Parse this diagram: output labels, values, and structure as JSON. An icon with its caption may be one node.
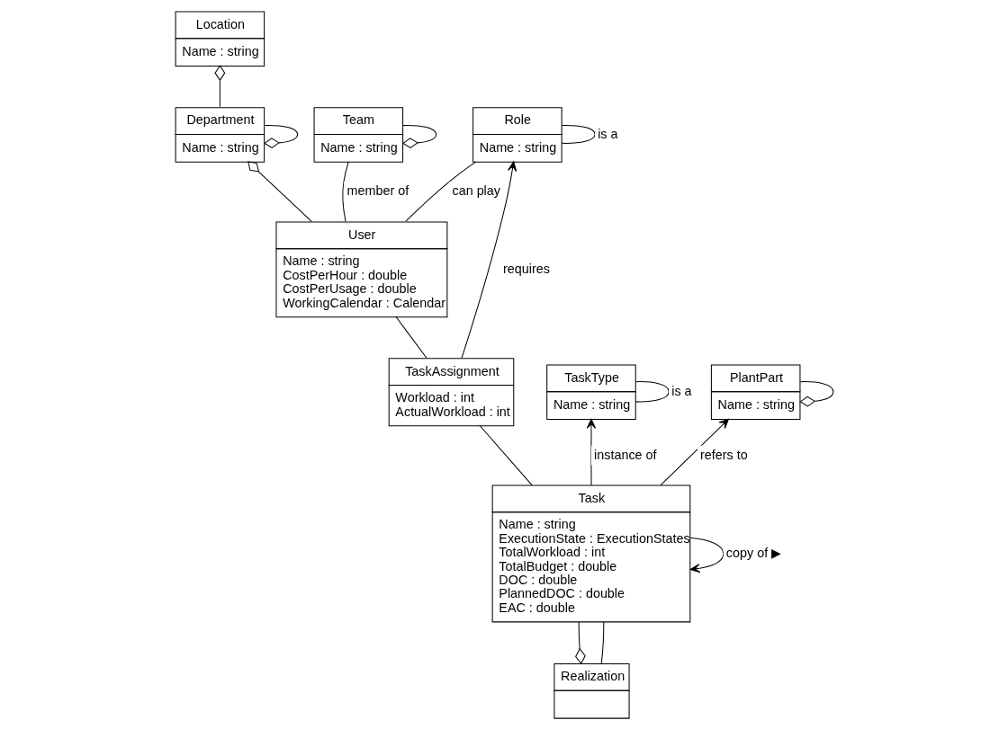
{
  "diagram": {
    "nodes": [
      {
        "text": [
          "Location",
          "Name : string"
        ]
      },
      {
        "text": [
          "TaskType",
          "Name : string"
        ]
      },
      {
        "text": [
          "PlantPart",
          "Name : string"
        ]
      },
      {
        "text": [
          "Role",
          "Name : string"
        ]
      },
      {
        "text": [
          "Department",
          "Name : string"
        ]
      },
      {
        "text": [
          "Team",
          "Name : string"
        ]
      },
      {
        "text": [
          "User",
          "Name : string",
          "CostPerHour : double",
          "CostPerUsage : double",
          "WorkingCalendar : Calendar"
        ]
      },
      {
        "text": [
          "Task",
          "Name : string",
          "ExecutionState : ExecutionStates",
          "TotalWorkload : int",
          "TotalBudget : double",
          "DOC : double",
          "PlannedDOC : double",
          "EAC : double"
        ]
      },
      {
        "text": [
          "TaskAssignment",
          "Workload : int",
          "ActualWorkload : int"
        ]
      },
      {
        "text": [
          "Realization"
        ]
      }
    ],
    "edges": [
      {
        "from": 3,
        "to": 3,
        "arrow": "none",
        "label": "is a"
      },
      {
        "from": 4,
        "to": 0,
        "arrow": "other"
      },
      {
        "from": 4,
        "to": 4,
        "arrow": "other"
      },
      {
        "from": 5,
        "to": 5,
        "arrow": "other"
      },
      {
        "from": 6,
        "to": 4,
        "arrow": "other"
      },
      {
        "from": 5,
        "to": 6,
        "arrow": "none",
        "label": "member of"
      },
      {
        "from": 3,
        "to": 6,
        "arrow": "none",
        "label": "can play"
      },
      {
        "from": 8,
        "to": 3,
        "arrow": "to",
        "label": "requires"
      },
      {
        "from": 6,
        "to": 8,
        "arrow": "none"
      },
      {
        "from": 8,
        "to": 7,
        "arrow": "none"
      },
      {
        "from": 7,
        "to": 1,
        "arrow": "to",
        "label": "instance of"
      },
      {
        "from": 1,
        "to": 1,
        "arrow": "none",
        "label": "is a"
      },
      {
        "from": 2,
        "to": 2,
        "arrow": "other"
      },
      {
        "from": 7,
        "to": 2,
        "arrow": "to",
        "label": "refers to"
      },
      {
        "from": 7,
        "to": 7,
        "arrow": "to",
        "label": "copy of ▶"
      },
      {
        "from": 7,
        "to": 9,
        "arrow": "other"
      },
      {
        "from": 7,
        "to": 9,
        "arrow": "none"
      }
    ]
  }
}
